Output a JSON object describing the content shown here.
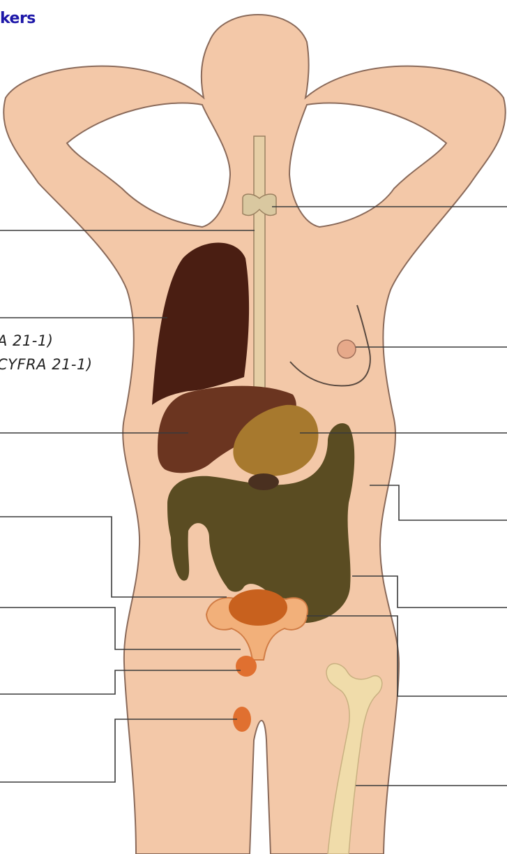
{
  "header": {
    "title": "kers"
  },
  "labels": [
    {
      "text": "A 21-1)"
    },
    {
      "text": "CYFRA 21-1)"
    }
  ],
  "colors": {
    "skin": "#f3c8a8",
    "skin_outline": "#8a6a5a",
    "lung": "#4a1e12",
    "liver": "#6b3520",
    "stomach": "#a7792e",
    "intestine": "#5a4c22",
    "uterus": "#c8611e",
    "ovary": "#e07030",
    "bone": "#f0dcaa",
    "thyroid": "#d9c8a0",
    "title": "#1c16a8",
    "leader_line": "#3a3a3a"
  },
  "organs": [
    "thyroid",
    "trachea",
    "lung",
    "breast",
    "liver",
    "stomach",
    "colon",
    "rectum",
    "uterus",
    "ovary",
    "bladder",
    "femur"
  ]
}
